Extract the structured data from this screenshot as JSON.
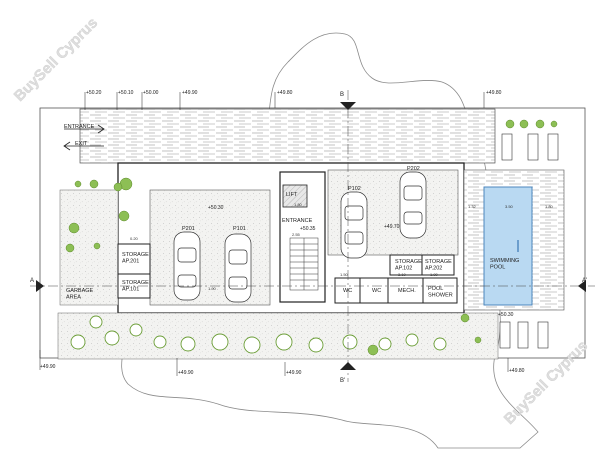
{
  "watermark": {
    "text": "BuySell Cyprus"
  },
  "labels": {
    "entrance_top": "ENTRANCE",
    "exit": "EXIT",
    "lift": "LIFT",
    "entrance_core": "ENTRANCE",
    "storage_ap201": "STORAGE\nAP.201",
    "storage_ap101": "STORAGE\nAP.101",
    "storage_ap102": "STORAGE\nAP.102",
    "storage_ap202": "STORAGE\nAP.202",
    "garbage": "GARBAGE\nAREA",
    "wc1": "WC",
    "wc2": "WC",
    "mech": "MECH.",
    "pool_shower": "POOL\nSHOWER",
    "swimming_pool": "SWIMMING\nPOOL",
    "parking_p201": "P201",
    "parking_p101": "P101",
    "parking_p102": "P102",
    "parking_p202": "P202"
  },
  "levels": {
    "l1": "+50.20",
    "l2": "+50.10",
    "l3": "+50.00",
    "l4": "+49.90",
    "l5": "+49.80",
    "l6": "+49.80",
    "l7": "+50.30",
    "l8": "+50.35",
    "l9": "+49.70",
    "l10": "+50.30",
    "l11": "+49.90",
    "l12": "+49.90",
    "l13": "+49.90",
    "l14": "+49.80"
  },
  "sections": {
    "a_left": "A",
    "a_right": "A'",
    "b_top": "B",
    "b_bottom": "B'"
  },
  "dimensions": {
    "d1": "1.80",
    "d2": "2.55",
    "d3": "1.90",
    "d4": "1.32",
    "d5": "3.50",
    "d6": "1.80",
    "d7": "1.50",
    "d8": "3.10",
    "d9": "1.80",
    "d10": "0.20"
  }
}
